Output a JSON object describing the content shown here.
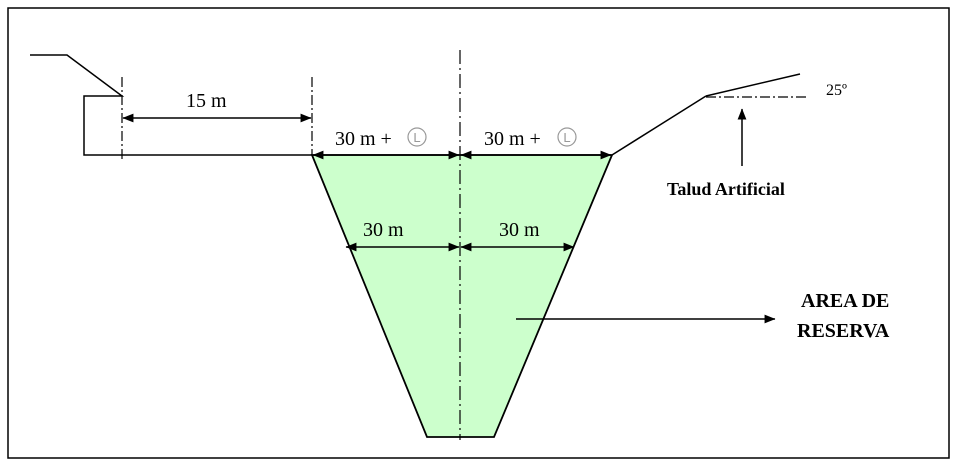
{
  "labels": {
    "left_setback": "15 m",
    "top_left": "30 m +",
    "top_right": "30 m +",
    "mid_left": "30 m",
    "mid_right": "30 m",
    "angle": "25º",
    "slope": "Talud Artificial",
    "reserve_line1": "AREA DE",
    "reserve_line2": "RESERVA",
    "circled_symbol": "L"
  },
  "colors": {
    "reserve_fill": "#ccffcc",
    "line": "#000000",
    "symbol": "#999999"
  },
  "icons": {
    "circled_l": "circled-l-symbol"
  }
}
